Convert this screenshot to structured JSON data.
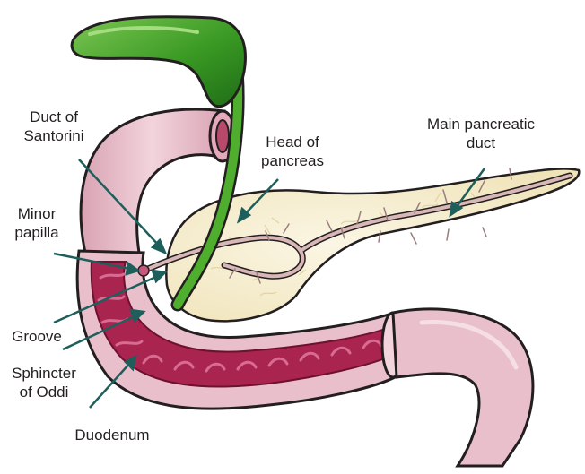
{
  "labels": {
    "duct_santorini": [
      "Duct of",
      "Santorini"
    ],
    "minor_papilla": [
      "Minor",
      "papilla"
    ],
    "groove": "Groove",
    "sphincter": [
      "Sphincter",
      "of Oddi"
    ],
    "duodenum": "Duodenum",
    "head_pancreas": [
      "Head of",
      "pancreas"
    ],
    "main_duct": [
      "Main pancreatic",
      "duct"
    ]
  },
  "colors": {
    "gallbladder": "#2e8a1e",
    "bile_duct": "#4fae2e",
    "duodenum_outer": "#e8bfcb",
    "duodenum_inner": "#a9244f",
    "pancreas": "#f6efd2",
    "pancreatic_duct": "#d9b7b7",
    "leader": "#1e5f5c",
    "outline": "#231f20"
  }
}
